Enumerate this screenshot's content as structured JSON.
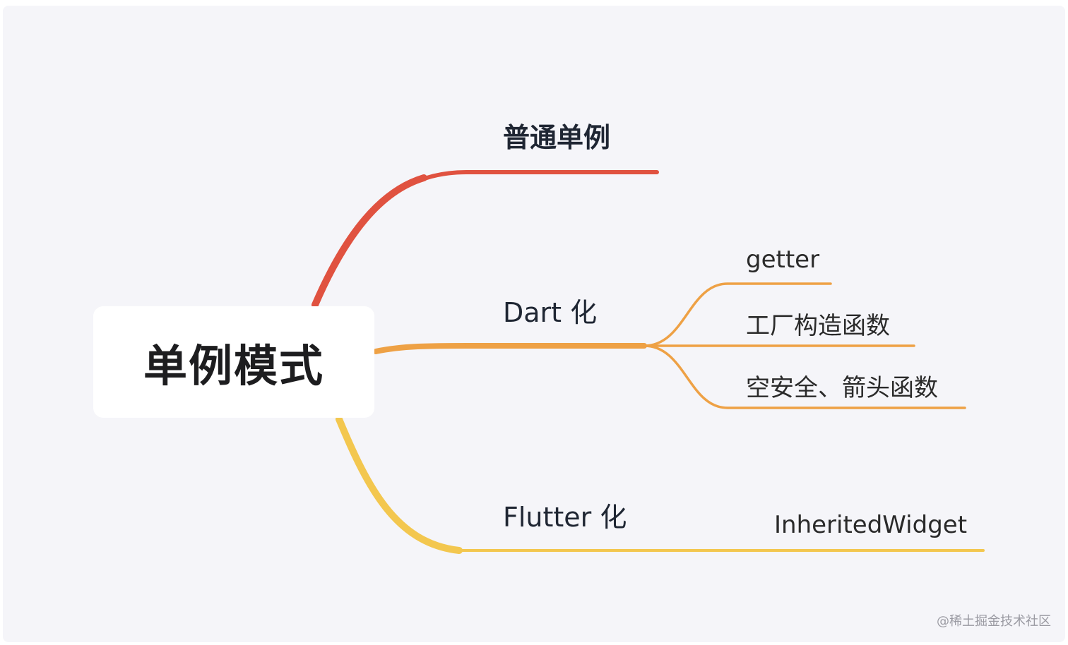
{
  "root": {
    "label": "单例模式"
  },
  "branches": {
    "normal": {
      "label": "普通单例"
    },
    "dart": {
      "label": "Dart 化",
      "children": [
        "getter",
        "工厂构造函数",
        "空安全、箭头函数"
      ]
    },
    "flutter": {
      "label": "Flutter 化",
      "children": [
        "InheritedWidget"
      ]
    }
  },
  "colors": {
    "branch_normal": "#e05240",
    "branch_dart": "#eea145",
    "branch_flutter": "#f3c74f",
    "background": "#f5f5f9"
  },
  "watermark": "@稀土掘金技术社区"
}
